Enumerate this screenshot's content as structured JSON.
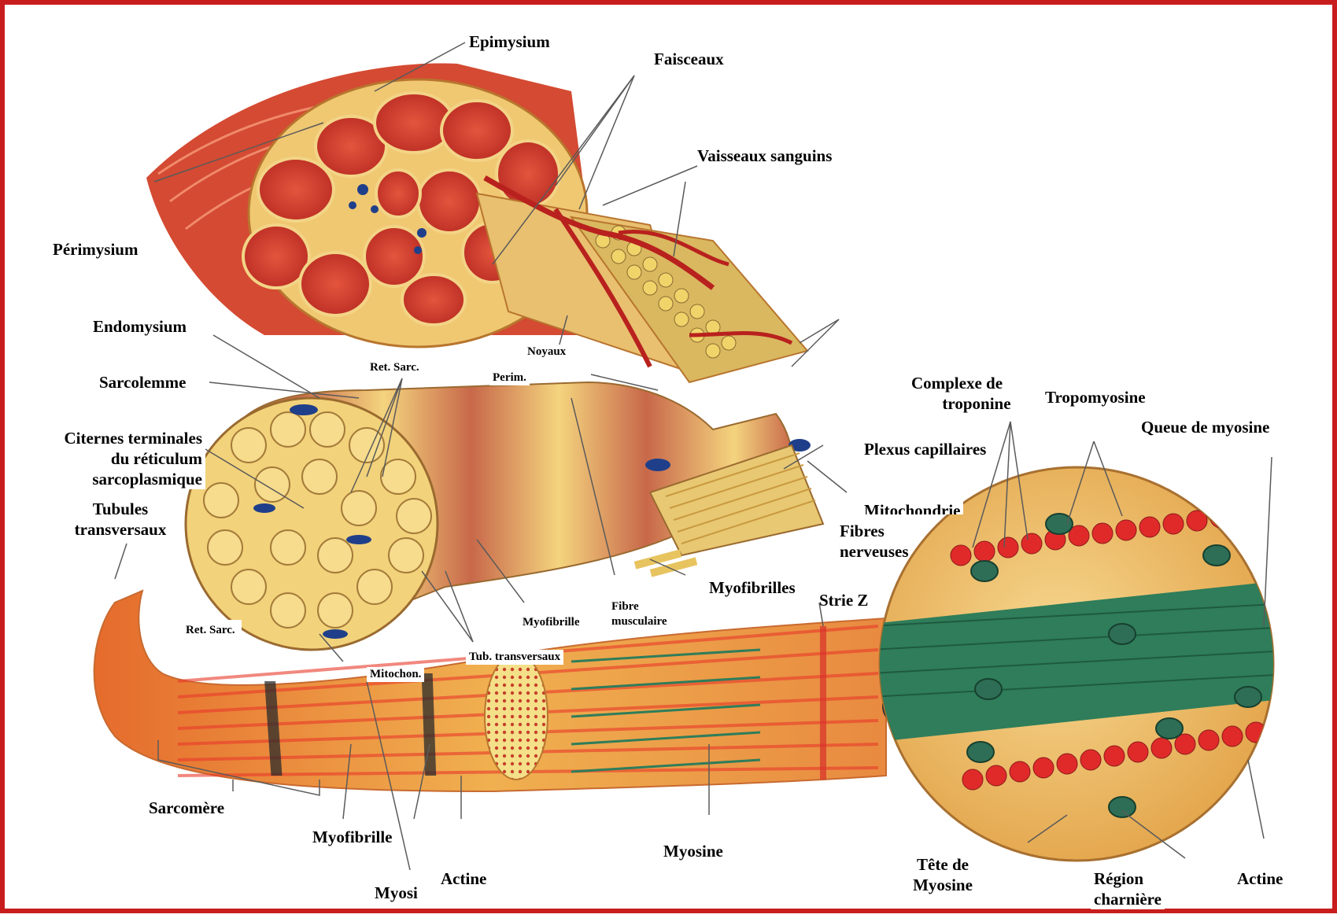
{
  "colors": {
    "frame": "#c81d1d",
    "muscle_red": "#d8553a",
    "fascicle_red": "#c9322a",
    "connective_yellow": "#f0c870",
    "myofibril_yellow": "#f2d27a",
    "vessel_red": "#b8211e",
    "myosin_green": "#2f7d5a",
    "actin_red": "#e02a2a",
    "nucleus_blue": "#1f3f8a",
    "leader_line": "#5a5a5a"
  },
  "labels": {
    "epimysium": "Epimysium",
    "faisceaux": "Faisceaux",
    "vaisseaux_sanguins": "Vaisseaux sanguins",
    "perimysium": "Périmysium",
    "endomysium": "Endomysium",
    "noyaux": "Noyaux",
    "ret_sarc_top": "Ret. Sarc.",
    "perim": "Perim.",
    "sarcolemme": "Sarcolemme",
    "complexe_troponine_1": "Complexe de",
    "complexe_troponine_2": "troponine",
    "tropomyosine": "Tropomyosine",
    "queue_myosine": "Queue de myosine",
    "citernes_1": "Citernes terminales",
    "citernes_2": "du réticulum",
    "citernes_3": "sarcoplasmique",
    "plexus": "Plexus capillaires",
    "tubules_1": "Tubules",
    "tubules_2": "transversaux",
    "mitochondrie": "Mitochondrie",
    "fibres_nerveuses_1": "Fibres",
    "fibres_nerveuses_2": "nerveuses",
    "myofibrilles": "Myofibrilles",
    "strie_z": "Strie Z",
    "ret_sarc_bottom": "Ret. Sarc.",
    "myofibrille_mid": "Myofibrille",
    "fibre_musculaire_1": "Fibre",
    "fibre_musculaire_2": "musculaire",
    "tub_transversaux": "Tub. transversaux",
    "mitochon": "Mitochon.",
    "sarcomere": "Sarcomère",
    "myofibrille_bottom": "Myofibrille",
    "myosine": "Myosine",
    "actine_left": "Actine",
    "myosi_truncated": "Myosi",
    "tete_myosine_1": "Tête de",
    "tete_myosine_2": "Myosine",
    "region_charniere_1": "Région",
    "region_charniere_2": "charnière",
    "actine_right": "Actine"
  }
}
